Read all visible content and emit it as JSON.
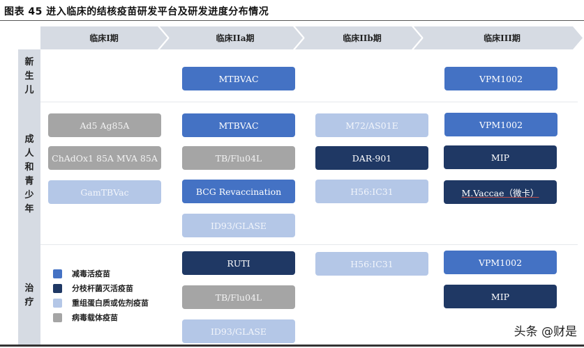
{
  "title": "图表 45 进入临床的结核疫苗研发平台及研发进度分布情况",
  "phases": [
    {
      "label": "临床I期"
    },
    {
      "label": "临床IIa期"
    },
    {
      "label": "临床IIb期"
    },
    {
      "label": "临床III期"
    }
  ],
  "rows": [
    {
      "label": "新生儿",
      "chars": [
        "新",
        "生",
        "儿"
      ]
    },
    {
      "label": "成人和青少年",
      "chars": [
        "成",
        "人",
        "和",
        "青",
        "少",
        "年"
      ]
    },
    {
      "label": "治疗",
      "chars": [
        "治",
        "疗"
      ]
    }
  ],
  "vaccines": {
    "newborn": {
      "phase2a": [
        {
          "name": "MTBVAC",
          "type": "live_attenuated"
        }
      ],
      "phase3": [
        {
          "name": "VPM1002",
          "type": "live_attenuated"
        }
      ]
    },
    "adult": {
      "phase1": [
        {
          "name": "Ad5 Ag85A",
          "type": "viral_vector"
        },
        {
          "name": "ChAdOx1 85A MVA 85A",
          "type": "viral_vector"
        },
        {
          "name": "GamTBVac",
          "type": "recombinant_protein"
        }
      ],
      "phase2a": [
        {
          "name": "MTBVAC",
          "type": "live_attenuated"
        },
        {
          "name": "TB/Flu04L",
          "type": "viral_vector"
        },
        {
          "name": "BCG Revaccination",
          "type": "live_attenuated"
        },
        {
          "name": "ID93/GLASE",
          "type": "recombinant_protein"
        }
      ],
      "phase2b": [
        {
          "name": "M72/AS01E",
          "type": "recombinant_protein"
        },
        {
          "name": "DAR-901",
          "type": "inactivated_mycobacteria"
        },
        {
          "name": "H56:IC31",
          "type": "recombinant_protein"
        }
      ],
      "phase3": [
        {
          "name": "VPM1002",
          "type": "live_attenuated"
        },
        {
          "name": "MIP",
          "type": "inactivated_mycobacteria"
        },
        {
          "name": "M.Vaccae（微卡）",
          "type": "inactivated_mycobacteria"
        }
      ]
    },
    "treatment": {
      "phase2a": [
        {
          "name": "RUTI",
          "type": "inactivated_mycobacteria"
        },
        {
          "name": "TB/Flu04L",
          "type": "viral_vector"
        },
        {
          "name": "ID93/GLASE",
          "type": "recombinant_protein"
        }
      ],
      "phase2b": [
        {
          "name": "H56:IC31",
          "type": "recombinant_protein"
        }
      ],
      "phase3": [
        {
          "name": "VPM1002",
          "type": "live_attenuated"
        },
        {
          "name": "MIP",
          "type": "inactivated_mycobacteria"
        }
      ]
    }
  },
  "legend": [
    {
      "label": "减毒活疫苗",
      "color": "#4472c4"
    },
    {
      "label": "分枝杆菌灭活疫苗",
      "color": "#1f3864"
    },
    {
      "label": "重组蛋白质或佐剂疫苗",
      "color": "#b4c7e7"
    },
    {
      "label": "病毒载体疫苗",
      "color": "#a5a5a5"
    }
  ],
  "watermark": "头条 @财是"
}
